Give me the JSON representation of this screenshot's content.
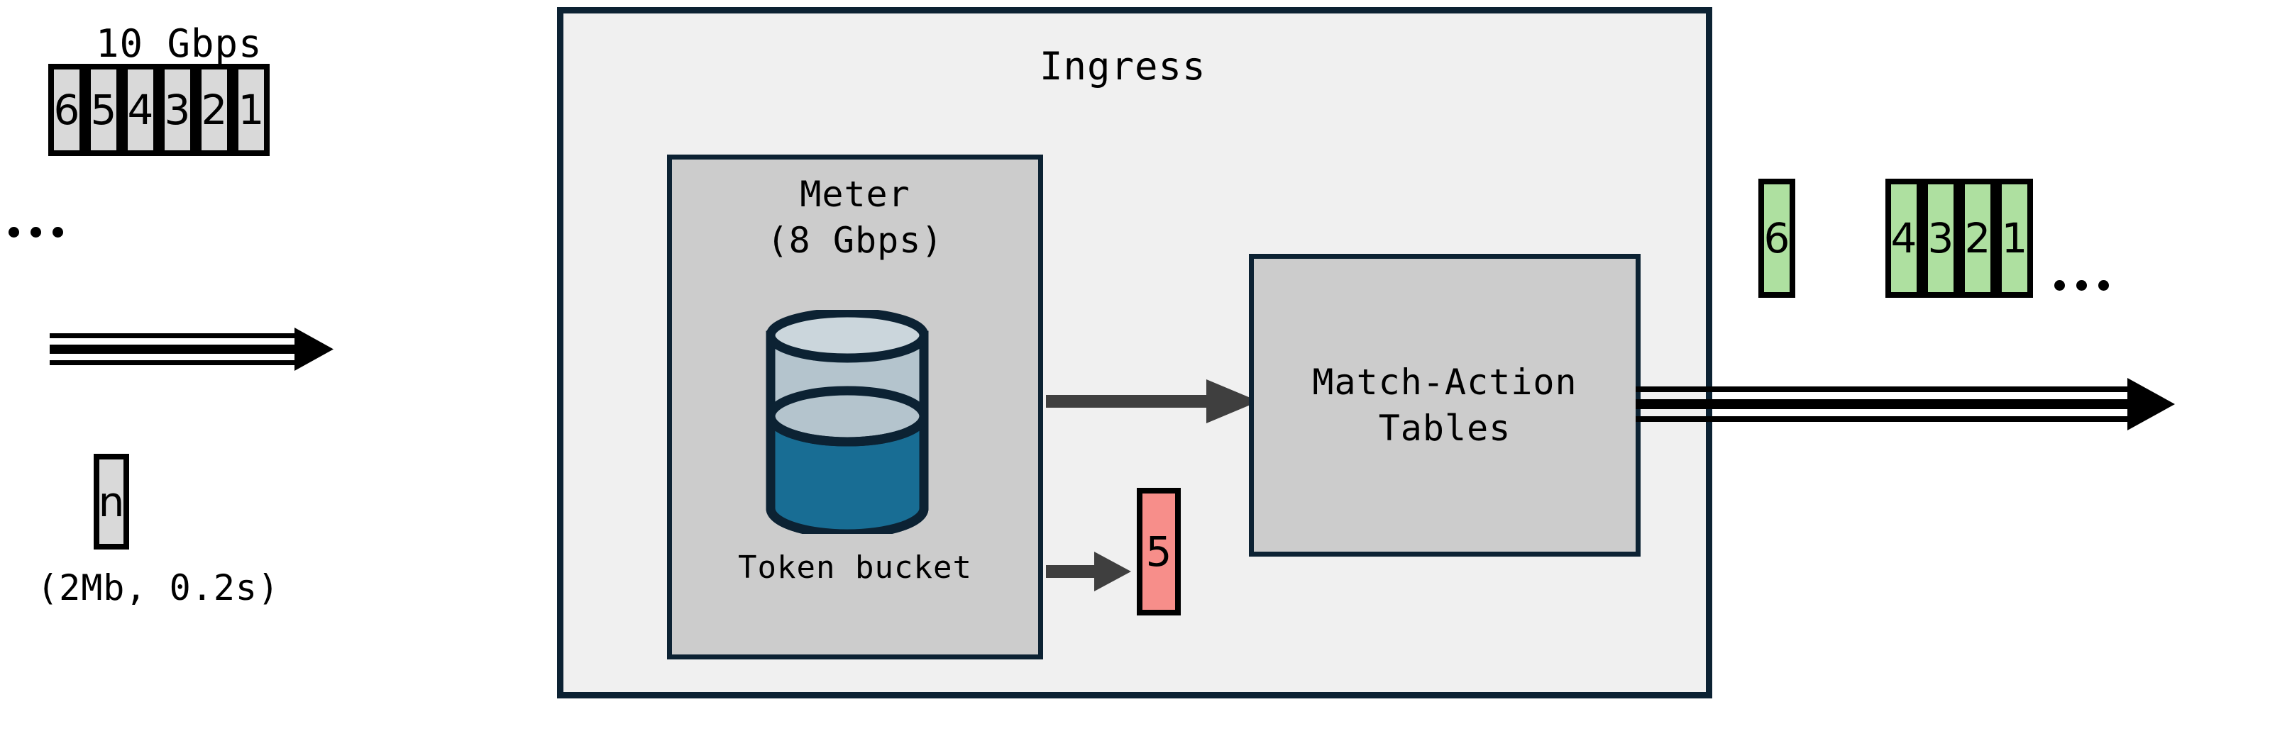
{
  "diagram": {
    "title": "Ingress meter / token bucket packet pipeline",
    "colors": {
      "packet_gray": "#d9d9d9",
      "packet_green": "#aee0a0",
      "packet_red": "#f78e8a",
      "box_border": "#0c2233",
      "ingress_fill": "#f0f0f0",
      "inner_box_fill": "#cccccc",
      "bucket_empty": "#b4c4cd",
      "bucket_full": "#186d94",
      "arrow_internal": "#3f3f3f",
      "arrow_stream": "#000000"
    }
  },
  "input": {
    "rate_label": "10 Gbps",
    "leading_ellipsis": "...",
    "packets": [
      {
        "label": "6"
      },
      {
        "label": "5"
      },
      {
        "label": "4"
      },
      {
        "label": "3"
      },
      {
        "label": "2"
      },
      {
        "label": "1"
      }
    ],
    "burst_packet": {
      "label": "n"
    },
    "burst_label": "(2Mb, 0.2s)"
  },
  "ingress": {
    "title": "Ingress",
    "meter": {
      "title": "Meter",
      "subtitle": "(8 Gbps)",
      "bucket_label": "Token bucket"
    },
    "match_action": {
      "line1": "Match-Action",
      "line2": "Tables"
    },
    "dropped_packet": {
      "label": "5"
    }
  },
  "output": {
    "packets": [
      {
        "label": "6"
      },
      {
        "label": "4"
      },
      {
        "label": "3"
      },
      {
        "label": "2"
      },
      {
        "label": "1"
      }
    ],
    "trailing_ellipsis": "..."
  }
}
